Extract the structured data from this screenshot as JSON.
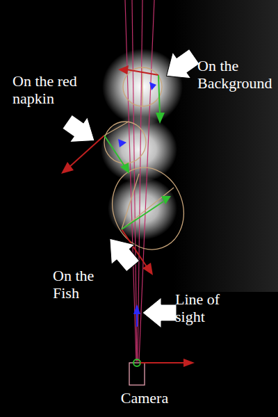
{
  "diagram": {
    "labels": [
      "On the Background",
      "On the red napkin",
      "On the Fish",
      "Line of sight",
      "Camera"
    ]
  }
}
